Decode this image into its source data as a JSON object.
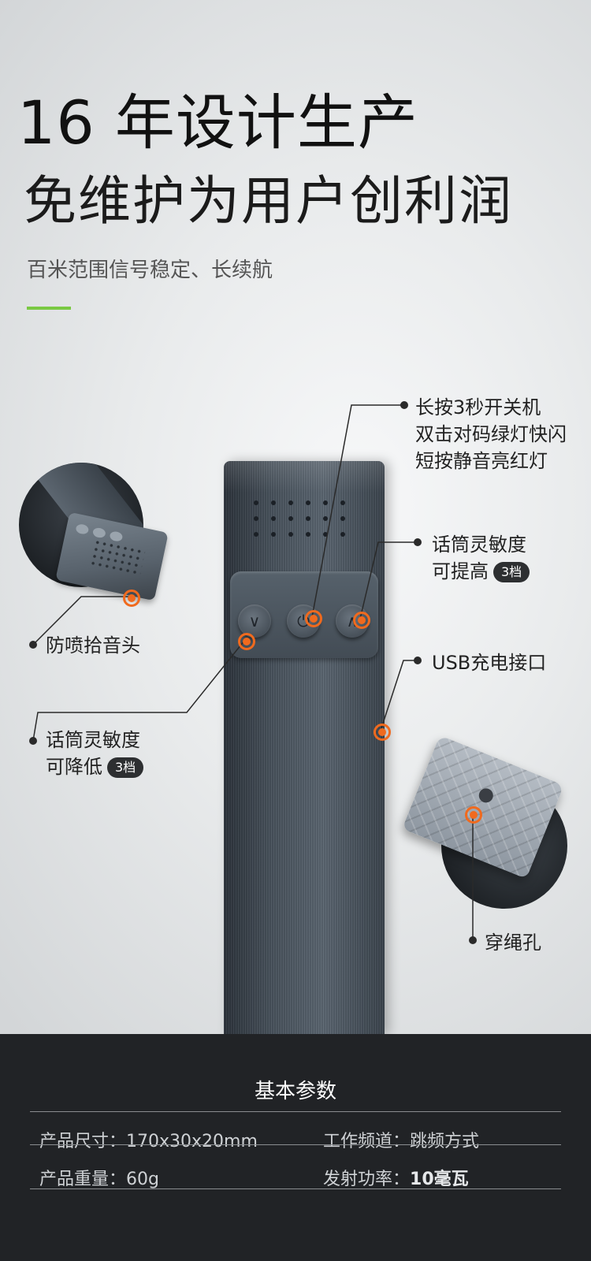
{
  "headline": {
    "line1": "16 年设计生产",
    "line2": "免维护为用户创利润",
    "subtitle": "百米范围信号稳定、长续航"
  },
  "callouts": {
    "power": {
      "line1": "长按3秒开关机",
      "line2": "双击对码绿灯快闪",
      "line3": "短按静音亮红灯"
    },
    "gain_up": {
      "line1": "话筒灵敏度",
      "line2": "可提高",
      "badge": "3档"
    },
    "usb": {
      "text": "USB充电接口"
    },
    "anti_spray": {
      "text": "防喷拾音头"
    },
    "gain_down": {
      "line1": "话筒灵敏度",
      "line2": "可降低",
      "badge": "3档"
    },
    "lanyard": {
      "text": "穿绳孔"
    }
  },
  "device": {
    "buttons": [
      {
        "name": "down",
        "glyph": "∨"
      },
      {
        "name": "power",
        "glyph": "⏻"
      },
      {
        "name": "up",
        "glyph": "∧"
      }
    ]
  },
  "specs": {
    "title": "基本参数",
    "rows": [
      {
        "left_label": "产品尺寸：",
        "left_value": "170x30x20mm",
        "right_label": "工作频道：",
        "right_value": "跳频方式"
      },
      {
        "left_label": "产品重量：",
        "left_value": "60g",
        "right_label": "发射功率：",
        "right_value": "10毫瓦"
      }
    ]
  },
  "colors": {
    "accent_orange": "#f06a1e",
    "accent_green": "#7ac943",
    "spec_bg": "#212326"
  }
}
